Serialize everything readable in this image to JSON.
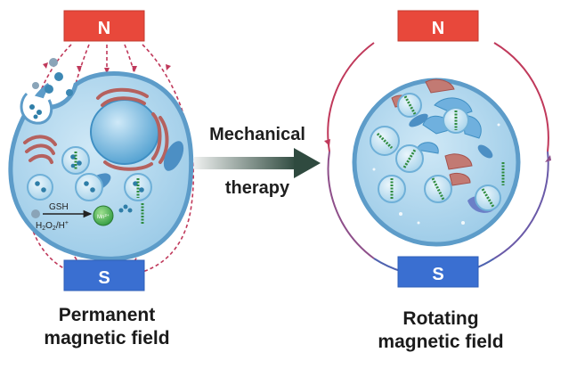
{
  "magnets": {
    "north_label": "N",
    "south_label": "S",
    "north_color": "#e8483b",
    "south_color": "#3a6fd1"
  },
  "reactions": {
    "gsh": "GSH",
    "h2o2_main": "H",
    "h2o2_sub1": "2",
    "h2o2_mid": "O",
    "h2o2_sub2": "2",
    "h2o2_tail": "/H",
    "h2o2_sup": "+",
    "ion": "Mn",
    "ion_sup": "2+"
  },
  "arrow": {
    "line1": "Mechanical",
    "line2": "therapy",
    "gradient_start": "#eef0ef",
    "gradient_end": "#2f4a3f"
  },
  "panels": {
    "left": {
      "line1": "Permanent",
      "line2": "magnetic field"
    },
    "right": {
      "line1": "Rotating",
      "line2": "magnetic field"
    }
  },
  "colors": {
    "cell_fill": "#a9d4ec",
    "cell_border": "#5d9cc9",
    "field_red": "#c0395b",
    "field_blue": "#4f63b0",
    "organelle": "#b5615e",
    "nanoparticle": "#2f7ea8"
  }
}
